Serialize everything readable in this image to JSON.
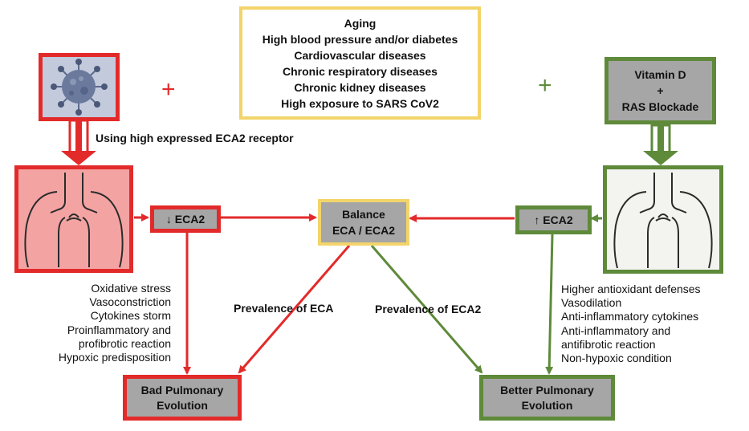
{
  "risk_factors": [
    "Aging",
    "High blood pressure and/or diabetes",
    "Cardiovascular diseases",
    "Chronic respiratory diseases",
    "Chronic kidney diseases",
    "High exposure to SARS CoV2"
  ],
  "left_plus": "+",
  "right_plus": "+",
  "protective": {
    "line1": "Vitamin D",
    "line2": "+",
    "line3": "RAS Blockade"
  },
  "virus_entry_label": "Using high expressed ECA2 receptor",
  "low_eca2": "↓ ECA2",
  "high_eca2": "↑ ECA2",
  "balance": {
    "line1": "Balance",
    "line2": "ECA / ECA2"
  },
  "prevalence_eca": "Prevalence of ECA",
  "prevalence_eca2": "Prevalence of ECA2",
  "bad_effects": [
    "Oxidative stress",
    "Vasoconstriction",
    "Cytokines storm",
    "Proinflammatory and",
    "profibrotic reaction",
    "Hypoxic predisposition"
  ],
  "good_effects": [
    "Higher antioxidant defenses",
    "Vasodilation",
    "Anti-inflammatory cytokines",
    "Anti-inflammatory and",
    "antifibrotic reaction",
    "Non-hypoxic condition"
  ],
  "bad_outcome": {
    "line1": "Bad Pulmonary",
    "line2": "Evolution"
  },
  "good_outcome": {
    "line1": "Better Pulmonary",
    "line2": "Evolution"
  },
  "colors": {
    "red": "#e32a2a",
    "green": "#5e8a3a",
    "yellow": "#f2d46a",
    "gray": "#a6a6a6",
    "lung_red": "#f4a3a3",
    "virus": "#6b7a9c"
  }
}
